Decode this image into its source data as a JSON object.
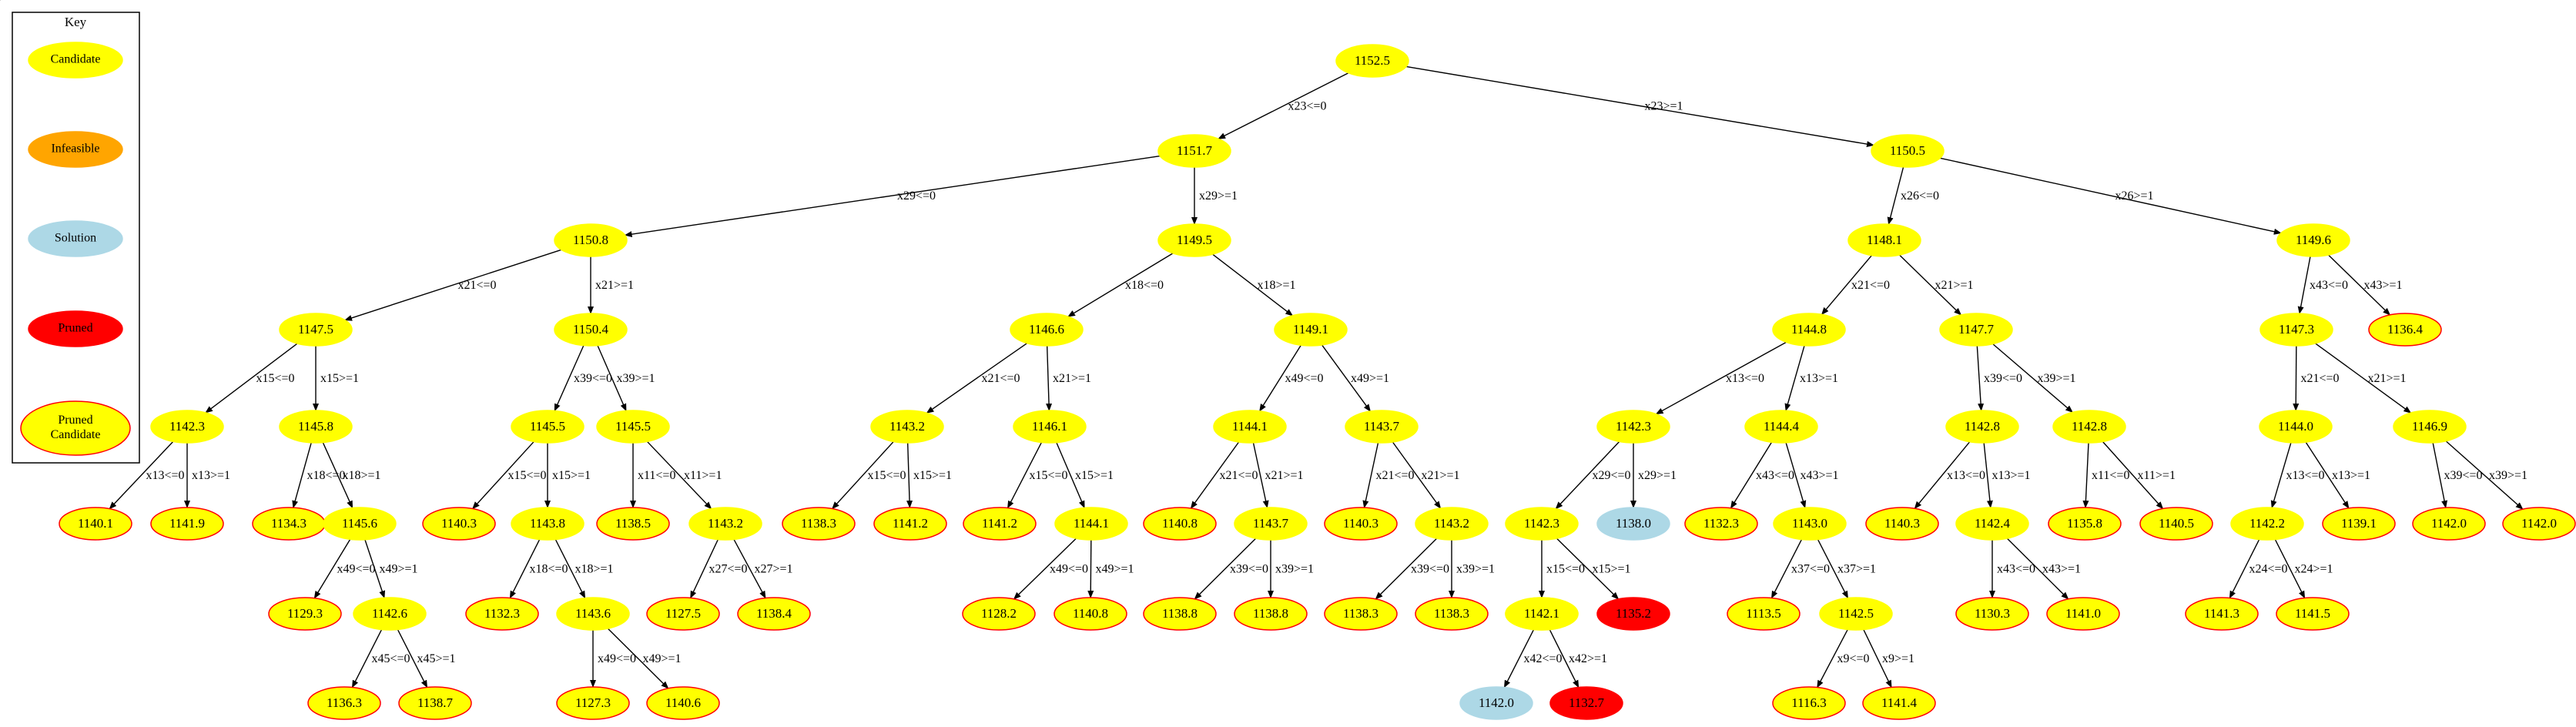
{
  "key": {
    "title": "Key",
    "items": [
      {
        "label": "Candidate",
        "status": "candidate"
      },
      {
        "label": "Infeasible",
        "status": "infeasible"
      },
      {
        "label": "Solution",
        "status": "solution"
      },
      {
        "label": "Pruned",
        "status": "pruned"
      },
      {
        "label": "Pruned\nCandidate",
        "status": "pruned_candidate"
      }
    ]
  },
  "colors": {
    "candidate": "#ffff00",
    "infeasible": "#ffa500",
    "solution": "#add8e6",
    "pruned": "#ff0000",
    "pruned_candidate_fill": "#ffff00",
    "pruned_candidate_border": "#ff0000",
    "edge": "#000000"
  },
  "nodes": [
    {
      "id": "n0",
      "value": "1152.5",
      "status": "candidate"
    },
    {
      "id": "n1",
      "value": "1151.7",
      "status": "candidate"
    },
    {
      "id": "n2",
      "value": "1150.5",
      "status": "candidate"
    },
    {
      "id": "n3",
      "value": "1150.8",
      "status": "candidate"
    },
    {
      "id": "n4",
      "value": "1149.5",
      "status": "candidate"
    },
    {
      "id": "n5",
      "value": "1148.1",
      "status": "candidate"
    },
    {
      "id": "n6",
      "value": "1149.6",
      "status": "candidate"
    },
    {
      "id": "n7",
      "value": "1147.5",
      "status": "candidate"
    },
    {
      "id": "n8",
      "value": "1150.4",
      "status": "candidate"
    },
    {
      "id": "n9",
      "value": "1146.6",
      "status": "candidate"
    },
    {
      "id": "n10",
      "value": "1149.1",
      "status": "candidate"
    },
    {
      "id": "n11",
      "value": "1144.8",
      "status": "candidate"
    },
    {
      "id": "n12",
      "value": "1147.7",
      "status": "candidate"
    },
    {
      "id": "n13",
      "value": "1147.3",
      "status": "candidate"
    },
    {
      "id": "n14",
      "value": "1136.4",
      "status": "pruned_candidate"
    },
    {
      "id": "n15",
      "value": "1142.3",
      "status": "candidate"
    },
    {
      "id": "n16",
      "value": "1145.8",
      "status": "candidate"
    },
    {
      "id": "n17",
      "value": "1145.5",
      "status": "candidate"
    },
    {
      "id": "n18",
      "value": "1145.5",
      "status": "candidate"
    },
    {
      "id": "n19",
      "value": "1143.2",
      "status": "candidate"
    },
    {
      "id": "n20",
      "value": "1146.1",
      "status": "candidate"
    },
    {
      "id": "n21",
      "value": "1144.1",
      "status": "candidate"
    },
    {
      "id": "n22",
      "value": "1143.7",
      "status": "candidate"
    },
    {
      "id": "n23",
      "value": "1142.3",
      "status": "candidate"
    },
    {
      "id": "n24",
      "value": "1144.4",
      "status": "candidate"
    },
    {
      "id": "n25",
      "value": "1142.8",
      "status": "candidate"
    },
    {
      "id": "n26",
      "value": "1142.8",
      "status": "candidate"
    },
    {
      "id": "n27",
      "value": "1144.0",
      "status": "candidate"
    },
    {
      "id": "n28",
      "value": "1146.9",
      "status": "candidate"
    },
    {
      "id": "n29",
      "value": "1140.1",
      "status": "pruned_candidate"
    },
    {
      "id": "n30",
      "value": "1141.9",
      "status": "pruned_candidate"
    },
    {
      "id": "n31",
      "value": "1134.3",
      "status": "pruned_candidate"
    },
    {
      "id": "n32",
      "value": "1145.6",
      "status": "candidate"
    },
    {
      "id": "n33",
      "value": "1140.3",
      "status": "pruned_candidate"
    },
    {
      "id": "n34",
      "value": "1143.8",
      "status": "candidate"
    },
    {
      "id": "n35",
      "value": "1138.5",
      "status": "pruned_candidate"
    },
    {
      "id": "n36",
      "value": "1143.2",
      "status": "candidate"
    },
    {
      "id": "n37",
      "value": "1138.3",
      "status": "pruned_candidate"
    },
    {
      "id": "n38",
      "value": "1141.2",
      "status": "pruned_candidate"
    },
    {
      "id": "n39",
      "value": "1141.2",
      "status": "pruned_candidate"
    },
    {
      "id": "n40",
      "value": "1144.1",
      "status": "candidate"
    },
    {
      "id": "n41",
      "value": "1140.8",
      "status": "pruned_candidate"
    },
    {
      "id": "n42",
      "value": "1143.7",
      "status": "candidate"
    },
    {
      "id": "n43",
      "value": "1140.3",
      "status": "pruned_candidate"
    },
    {
      "id": "n44",
      "value": "1143.2",
      "status": "candidate"
    },
    {
      "id": "n45",
      "value": "1142.3",
      "status": "candidate"
    },
    {
      "id": "n46",
      "value": "1138.0",
      "status": "solution"
    },
    {
      "id": "n47",
      "value": "1132.3",
      "status": "pruned_candidate"
    },
    {
      "id": "n48",
      "value": "1143.0",
      "status": "candidate"
    },
    {
      "id": "n49",
      "value": "1140.3",
      "status": "pruned_candidate"
    },
    {
      "id": "n50",
      "value": "1142.4",
      "status": "candidate"
    },
    {
      "id": "n51",
      "value": "1135.8",
      "status": "pruned_candidate"
    },
    {
      "id": "n52",
      "value": "1140.5",
      "status": "pruned_candidate"
    },
    {
      "id": "n53",
      "value": "1142.2",
      "status": "candidate"
    },
    {
      "id": "n54",
      "value": "1139.1",
      "status": "pruned_candidate"
    },
    {
      "id": "n55",
      "value": "1142.0",
      "status": "pruned_candidate"
    },
    {
      "id": "n56",
      "value": "1142.0",
      "status": "pruned_candidate"
    },
    {
      "id": "n57",
      "value": "1129.3",
      "status": "pruned_candidate"
    },
    {
      "id": "n58",
      "value": "1142.6",
      "status": "candidate"
    },
    {
      "id": "n59",
      "value": "1132.3",
      "status": "pruned_candidate"
    },
    {
      "id": "n60",
      "value": "1143.6",
      "status": "candidate"
    },
    {
      "id": "n61",
      "value": "1127.5",
      "status": "pruned_candidate"
    },
    {
      "id": "n62",
      "value": "1138.4",
      "status": "pruned_candidate"
    },
    {
      "id": "n63",
      "value": "1128.2",
      "status": "pruned_candidate"
    },
    {
      "id": "n64",
      "value": "1140.8",
      "status": "pruned_candidate"
    },
    {
      "id": "n65",
      "value": "1138.8",
      "status": "pruned_candidate"
    },
    {
      "id": "n66",
      "value": "1138.8",
      "status": "pruned_candidate"
    },
    {
      "id": "n67",
      "value": "1138.3",
      "status": "pruned_candidate"
    },
    {
      "id": "n68",
      "value": "1138.3",
      "status": "pruned_candidate"
    },
    {
      "id": "n69",
      "value": "1142.3",
      "status": "candidate"
    },
    {
      "id": "n70",
      "value": "1135.2",
      "status": "pruned"
    },
    {
      "id": "n71",
      "value": "1113.5",
      "status": "pruned_candidate"
    },
    {
      "id": "n72",
      "value": "1142.5",
      "status": "candidate"
    },
    {
      "id": "n73",
      "value": "1130.3",
      "status": "pruned_candidate"
    },
    {
      "id": "n74",
      "value": "1141.0",
      "status": "pruned_candidate"
    },
    {
      "id": "n75",
      "value": "1141.3",
      "status": "pruned_candidate"
    },
    {
      "id": "n76",
      "value": "1141.5",
      "status": "pruned_candidate"
    },
    {
      "id": "n77",
      "value": "1136.3",
      "status": "pruned_candidate"
    },
    {
      "id": "n78",
      "value": "1138.7",
      "status": "pruned_candidate"
    },
    {
      "id": "n79",
      "value": "1127.3",
      "status": "pruned_candidate"
    },
    {
      "id": "n80",
      "value": "1140.6",
      "status": "pruned_candidate"
    },
    {
      "id": "n81",
      "value": "1142.1",
      "status": "candidate"
    },
    {
      "id": "n82",
      "value": "1116.3",
      "status": "pruned_candidate"
    },
    {
      "id": "n83",
      "value": "1141.4",
      "status": "pruned_candidate"
    },
    {
      "id": "n84",
      "value": "1142.0",
      "status": "solution"
    },
    {
      "id": "n85",
      "value": "1132.7",
      "status": "pruned"
    }
  ],
  "edges": [
    {
      "from": "n0",
      "to": "n1",
      "label": "x23<=0"
    },
    {
      "from": "n0",
      "to": "n2",
      "label": "x23>=1"
    },
    {
      "from": "n1",
      "to": "n3",
      "label": "x29<=0"
    },
    {
      "from": "n1",
      "to": "n4",
      "label": "x29>=1"
    },
    {
      "from": "n2",
      "to": "n5",
      "label": "x26<=0"
    },
    {
      "from": "n2",
      "to": "n6",
      "label": "x26>=1"
    },
    {
      "from": "n3",
      "to": "n7",
      "label": "x21<=0"
    },
    {
      "from": "n3",
      "to": "n8",
      "label": "x21>=1"
    },
    {
      "from": "n4",
      "to": "n9",
      "label": "x18<=0"
    },
    {
      "from": "n4",
      "to": "n10",
      "label": "x18>=1"
    },
    {
      "from": "n5",
      "to": "n11",
      "label": "x21<=0"
    },
    {
      "from": "n5",
      "to": "n12",
      "label": "x21>=1"
    },
    {
      "from": "n6",
      "to": "n13",
      "label": "x43<=0"
    },
    {
      "from": "n6",
      "to": "n14",
      "label": "x43>=1"
    },
    {
      "from": "n7",
      "to": "n15",
      "label": "x15<=0"
    },
    {
      "from": "n7",
      "to": "n16",
      "label": "x15>=1"
    },
    {
      "from": "n8",
      "to": "n17",
      "label": "x39<=0"
    },
    {
      "from": "n8",
      "to": "n18",
      "label": "x39>=1"
    },
    {
      "from": "n9",
      "to": "n19",
      "label": "x21<=0"
    },
    {
      "from": "n9",
      "to": "n20",
      "label": "x21>=1"
    },
    {
      "from": "n10",
      "to": "n21",
      "label": "x49<=0"
    },
    {
      "from": "n10",
      "to": "n22",
      "label": "x49>=1"
    },
    {
      "from": "n11",
      "to": "n23",
      "label": "x13<=0"
    },
    {
      "from": "n11",
      "to": "n24",
      "label": "x13>=1"
    },
    {
      "from": "n12",
      "to": "n25",
      "label": "x39<=0"
    },
    {
      "from": "n12",
      "to": "n26",
      "label": "x39>=1"
    },
    {
      "from": "n13",
      "to": "n27",
      "label": "x21<=0"
    },
    {
      "from": "n13",
      "to": "n28",
      "label": "x21>=1"
    },
    {
      "from": "n15",
      "to": "n29",
      "label": "x13<=0"
    },
    {
      "from": "n15",
      "to": "n30",
      "label": "x13>=1"
    },
    {
      "from": "n16",
      "to": "n31",
      "label": "x18<=0"
    },
    {
      "from": "n16",
      "to": "n32",
      "label": "x18>=1"
    },
    {
      "from": "n17",
      "to": "n33",
      "label": "x15<=0"
    },
    {
      "from": "n17",
      "to": "n34",
      "label": "x15>=1"
    },
    {
      "from": "n18",
      "to": "n35",
      "label": "x11<=0"
    },
    {
      "from": "n18",
      "to": "n36",
      "label": "x11>=1"
    },
    {
      "from": "n19",
      "to": "n37",
      "label": "x15<=0"
    },
    {
      "from": "n19",
      "to": "n38",
      "label": "x15>=1"
    },
    {
      "from": "n20",
      "to": "n39",
      "label": "x15<=0"
    },
    {
      "from": "n20",
      "to": "n40",
      "label": "x15>=1"
    },
    {
      "from": "n21",
      "to": "n41",
      "label": "x21<=0"
    },
    {
      "from": "n21",
      "to": "n42",
      "label": "x21>=1"
    },
    {
      "from": "n22",
      "to": "n43",
      "label": "x21<=0"
    },
    {
      "from": "n22",
      "to": "n44",
      "label": "x21>=1"
    },
    {
      "from": "n23",
      "to": "n45",
      "label": "x29<=0"
    },
    {
      "from": "n23",
      "to": "n46",
      "label": "x29>=1"
    },
    {
      "from": "n24",
      "to": "n47",
      "label": "x43<=0"
    },
    {
      "from": "n24",
      "to": "n48",
      "label": "x43>=1"
    },
    {
      "from": "n25",
      "to": "n49",
      "label": "x13<=0"
    },
    {
      "from": "n25",
      "to": "n50",
      "label": "x13>=1"
    },
    {
      "from": "n26",
      "to": "n51",
      "label": "x11<=0"
    },
    {
      "from": "n26",
      "to": "n52",
      "label": "x11>=1"
    },
    {
      "from": "n27",
      "to": "n53",
      "label": "x13<=0"
    },
    {
      "from": "n27",
      "to": "n54",
      "label": "x13>=1"
    },
    {
      "from": "n28",
      "to": "n55",
      "label": "x39<=0"
    },
    {
      "from": "n28",
      "to": "n56",
      "label": "x39>=1"
    },
    {
      "from": "n32",
      "to": "n57",
      "label": "x49<=0"
    },
    {
      "from": "n32",
      "to": "n58",
      "label": "x49>=1"
    },
    {
      "from": "n34",
      "to": "n59",
      "label": "x18<=0"
    },
    {
      "from": "n34",
      "to": "n60",
      "label": "x18>=1"
    },
    {
      "from": "n36",
      "to": "n61",
      "label": "x27<=0"
    },
    {
      "from": "n36",
      "to": "n62",
      "label": "x27>=1"
    },
    {
      "from": "n40",
      "to": "n63",
      "label": "x49<=0"
    },
    {
      "from": "n40",
      "to": "n64",
      "label": "x49>=1"
    },
    {
      "from": "n42",
      "to": "n65",
      "label": "x39<=0"
    },
    {
      "from": "n42",
      "to": "n66",
      "label": "x39>=1"
    },
    {
      "from": "n44",
      "to": "n67",
      "label": "x39<=0"
    },
    {
      "from": "n44",
      "to": "n68",
      "label": "x39>=1"
    },
    {
      "from": "n45",
      "to": "n69",
      "label": "x15<=0"
    },
    {
      "from": "n45",
      "to": "n70",
      "label": "x15>=1"
    },
    {
      "from": "n48",
      "to": "n71",
      "label": "x37<=0"
    },
    {
      "from": "n48",
      "to": "n72",
      "label": "x37>=1"
    },
    {
      "from": "n50",
      "to": "n73",
      "label": "x43<=0"
    },
    {
      "from": "n50",
      "to": "n74",
      "label": "x43>=1"
    },
    {
      "from": "n53",
      "to": "n75",
      "label": "x24<=0"
    },
    {
      "from": "n53",
      "to": "n76",
      "label": "x24>=1"
    },
    {
      "from": "n58",
      "to": "n77",
      "label": "x45<=0"
    },
    {
      "from": "n58",
      "to": "n78",
      "label": "x45>=1"
    },
    {
      "from": "n60",
      "to": "n79",
      "label": "x49<=0"
    },
    {
      "from": "n60",
      "to": "n80",
      "label": "x49>=1"
    },
    {
      "from": "n69",
      "to": "n81",
      "label": "x42<=0"
    },
    {
      "from": "n69",
      "to": "n85",
      "label": "x42>=1"
    },
    {
      "from": "n72",
      "to": "n82",
      "label": "x9<=0"
    },
    {
      "from": "n72",
      "to": "n83",
      "label": "x9>=1"
    },
    {
      "from": "n81",
      "to": "n84",
      "label": "x42<=0"
    }
  ]
}
